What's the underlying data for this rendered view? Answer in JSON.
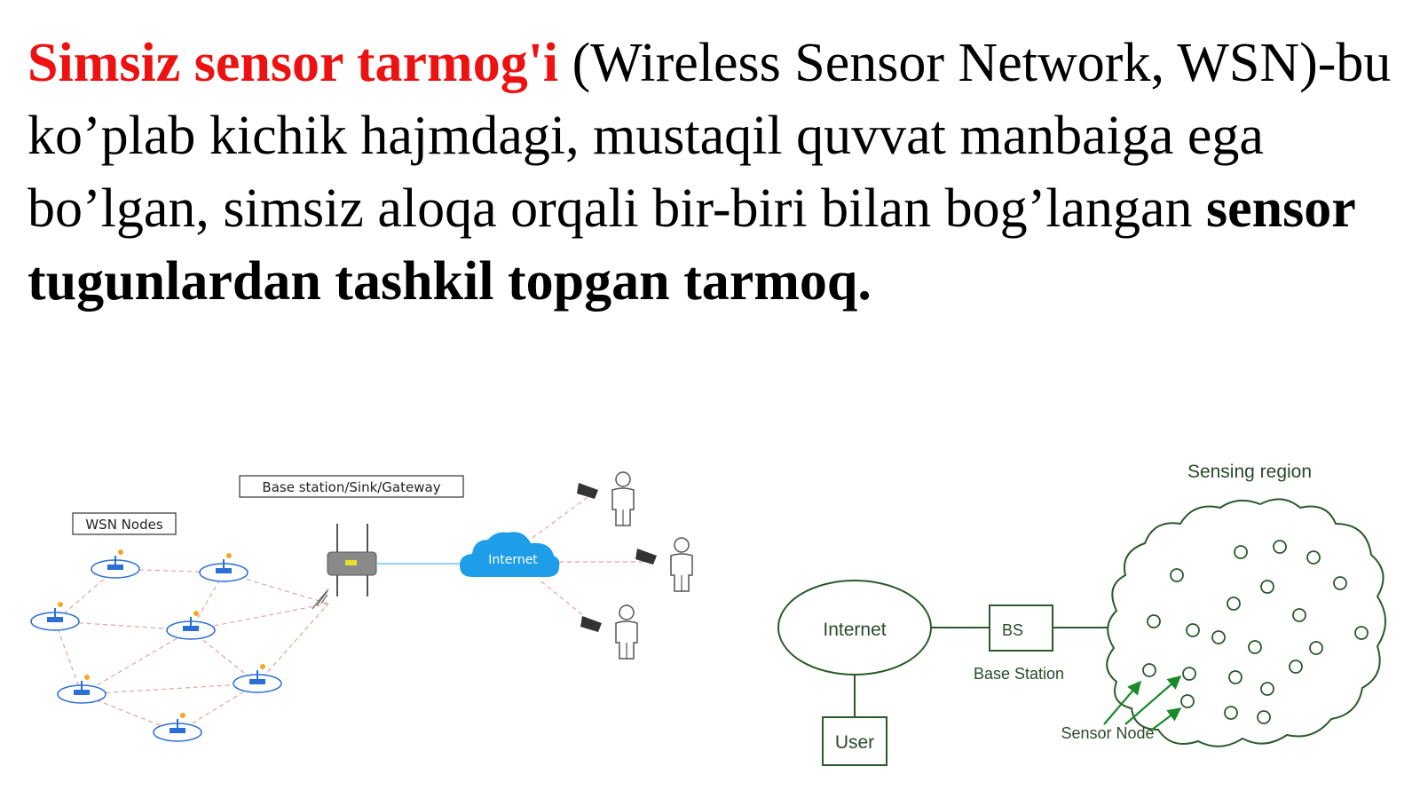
{
  "definition": {
    "term": "Simsiz sensor tarmog'i",
    "plain": " (Wireless Sensor Network, WSN)-bu ko’plab kichik hajmdagi, mustaqil quvvat manbaiga ega bo’lgan, simsiz aloqa orqali bir-biri bilan bog’langan ",
    "emphasis": "sensor tugunlardan tashkil topgan tarmoq.",
    "term_color": "#ee1111"
  },
  "left_diagram": {
    "wsn_nodes_label": "WSN Nodes",
    "base_station_label": "Base station/Sink/Gateway",
    "internet_label": "Internet",
    "cloud_color": "#1e9ee8",
    "node_color": "#2a6fd6"
  },
  "right_diagram": {
    "internet_label": "Internet",
    "bs_label": "BS",
    "base_station_caption": "Base Station",
    "user_label": "User",
    "sensing_region_label": "Sensing region",
    "sensor_node_label": "Sensor Node",
    "line_color": "#2a5a2a"
  }
}
